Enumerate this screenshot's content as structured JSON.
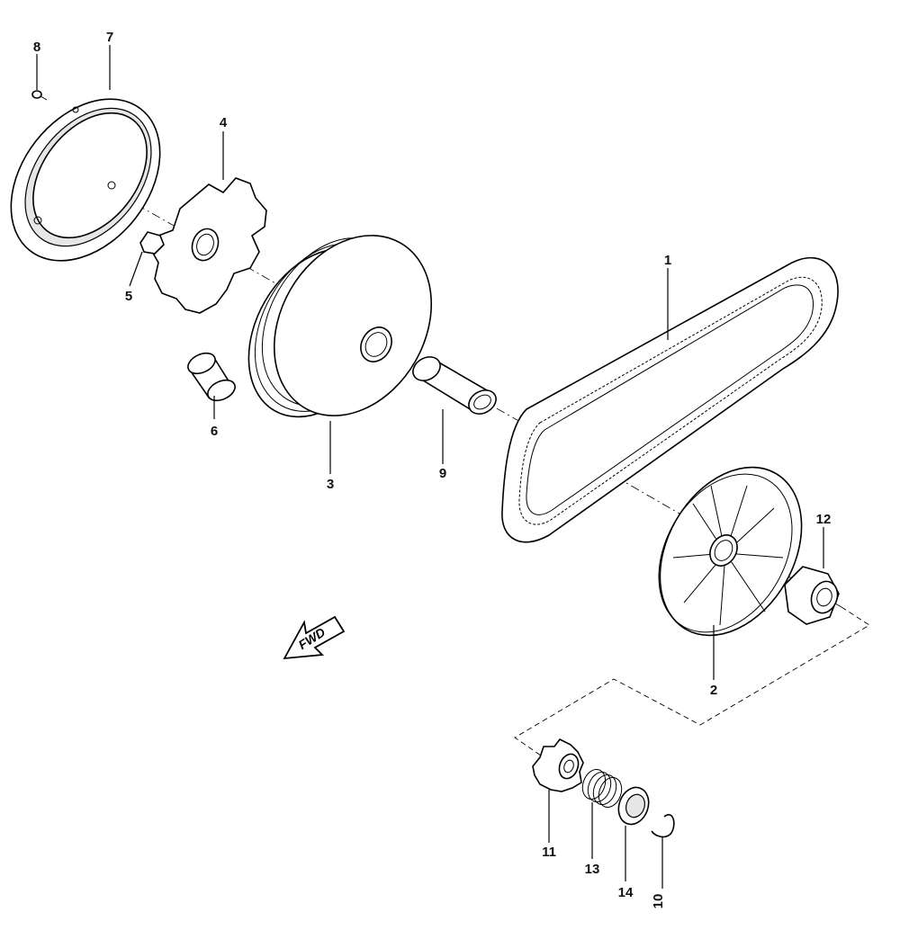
{
  "diagram": {
    "callouts": [
      {
        "id": "1",
        "label": "1"
      },
      {
        "id": "2",
        "label": "2"
      },
      {
        "id": "3",
        "label": "3"
      },
      {
        "id": "4",
        "label": "4"
      },
      {
        "id": "5",
        "label": "5"
      },
      {
        "id": "6",
        "label": "6"
      },
      {
        "id": "7",
        "label": "7"
      },
      {
        "id": "8",
        "label": "8"
      },
      {
        "id": "9",
        "label": "9"
      },
      {
        "id": "10",
        "label": "10"
      },
      {
        "id": "11",
        "label": "11"
      },
      {
        "id": "12",
        "label": "12"
      },
      {
        "id": "13",
        "label": "13"
      },
      {
        "id": "14",
        "label": "14"
      }
    ],
    "direction_arrow": {
      "label": "FWD"
    }
  }
}
